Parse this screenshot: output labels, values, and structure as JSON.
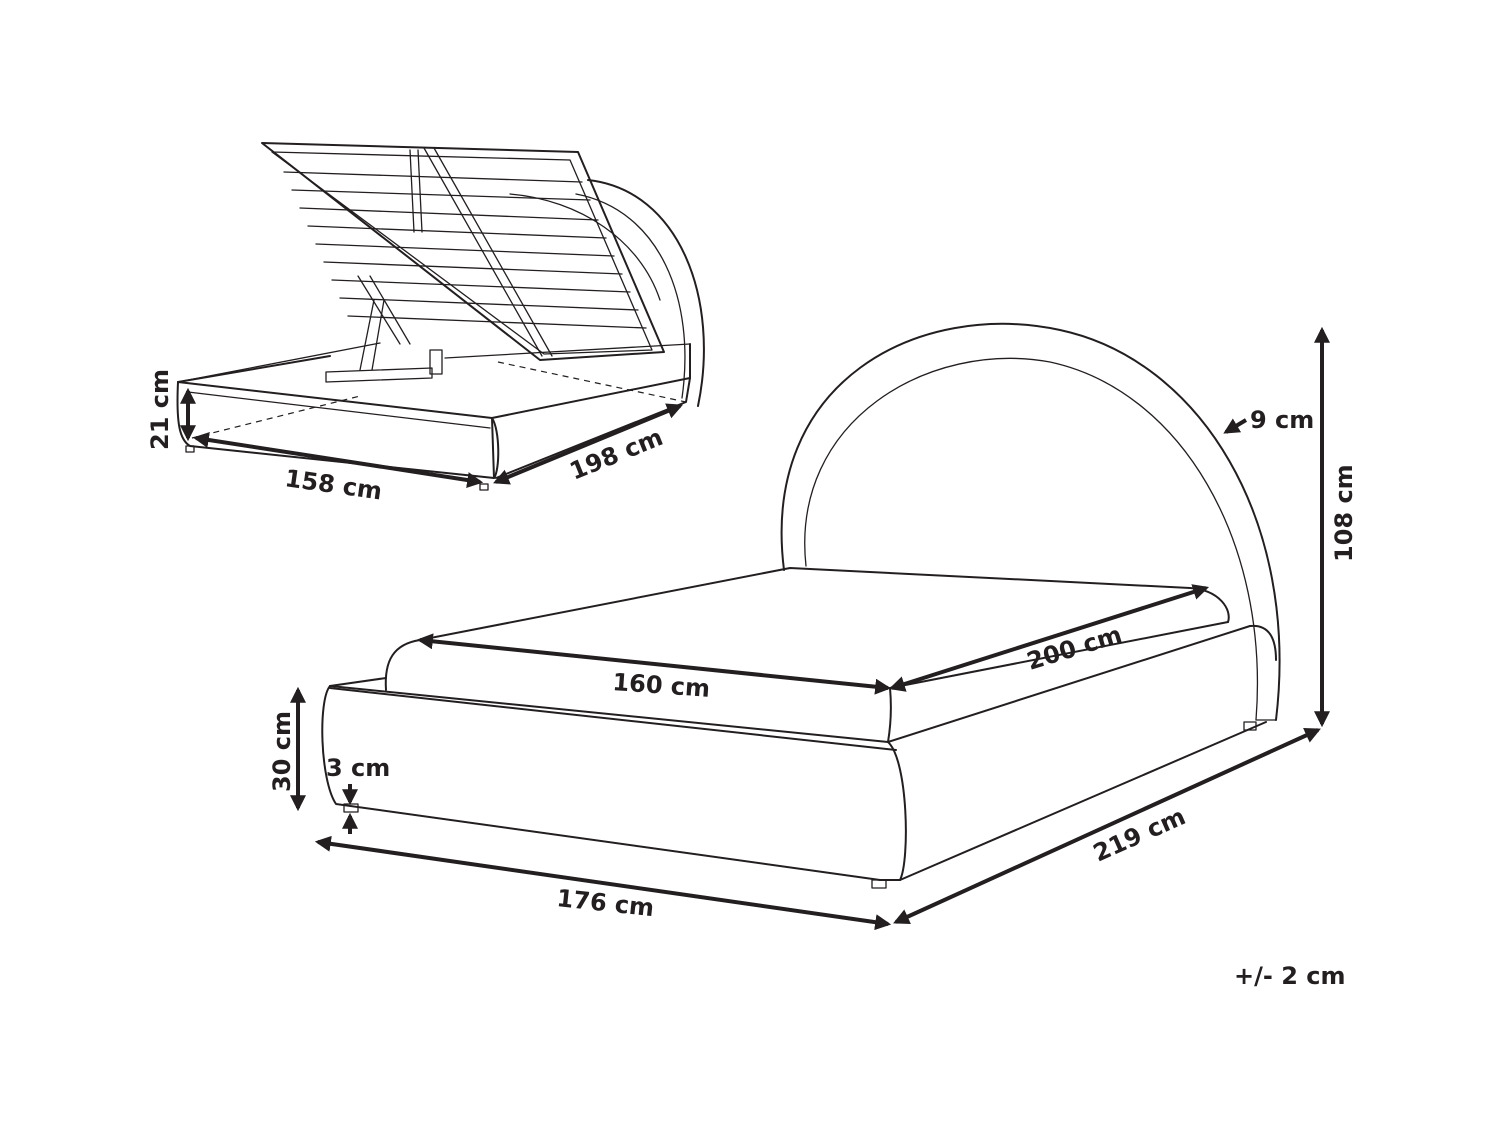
{
  "dimensions": {
    "storage_height": "21 cm",
    "storage_width": "158 cm",
    "storage_length": "198 cm",
    "headboard_thickness": "9 cm",
    "total_height": "108 cm",
    "mattress_width": "160 cm",
    "mattress_length": "200 cm",
    "frame_height": "30 cm",
    "leg_height": "3 cm",
    "total_width": "176 cm",
    "total_length": "219 cm",
    "tolerance": "+/- 2 cm"
  },
  "colors": {
    "line": "#231f20",
    "background": "#ffffff"
  }
}
